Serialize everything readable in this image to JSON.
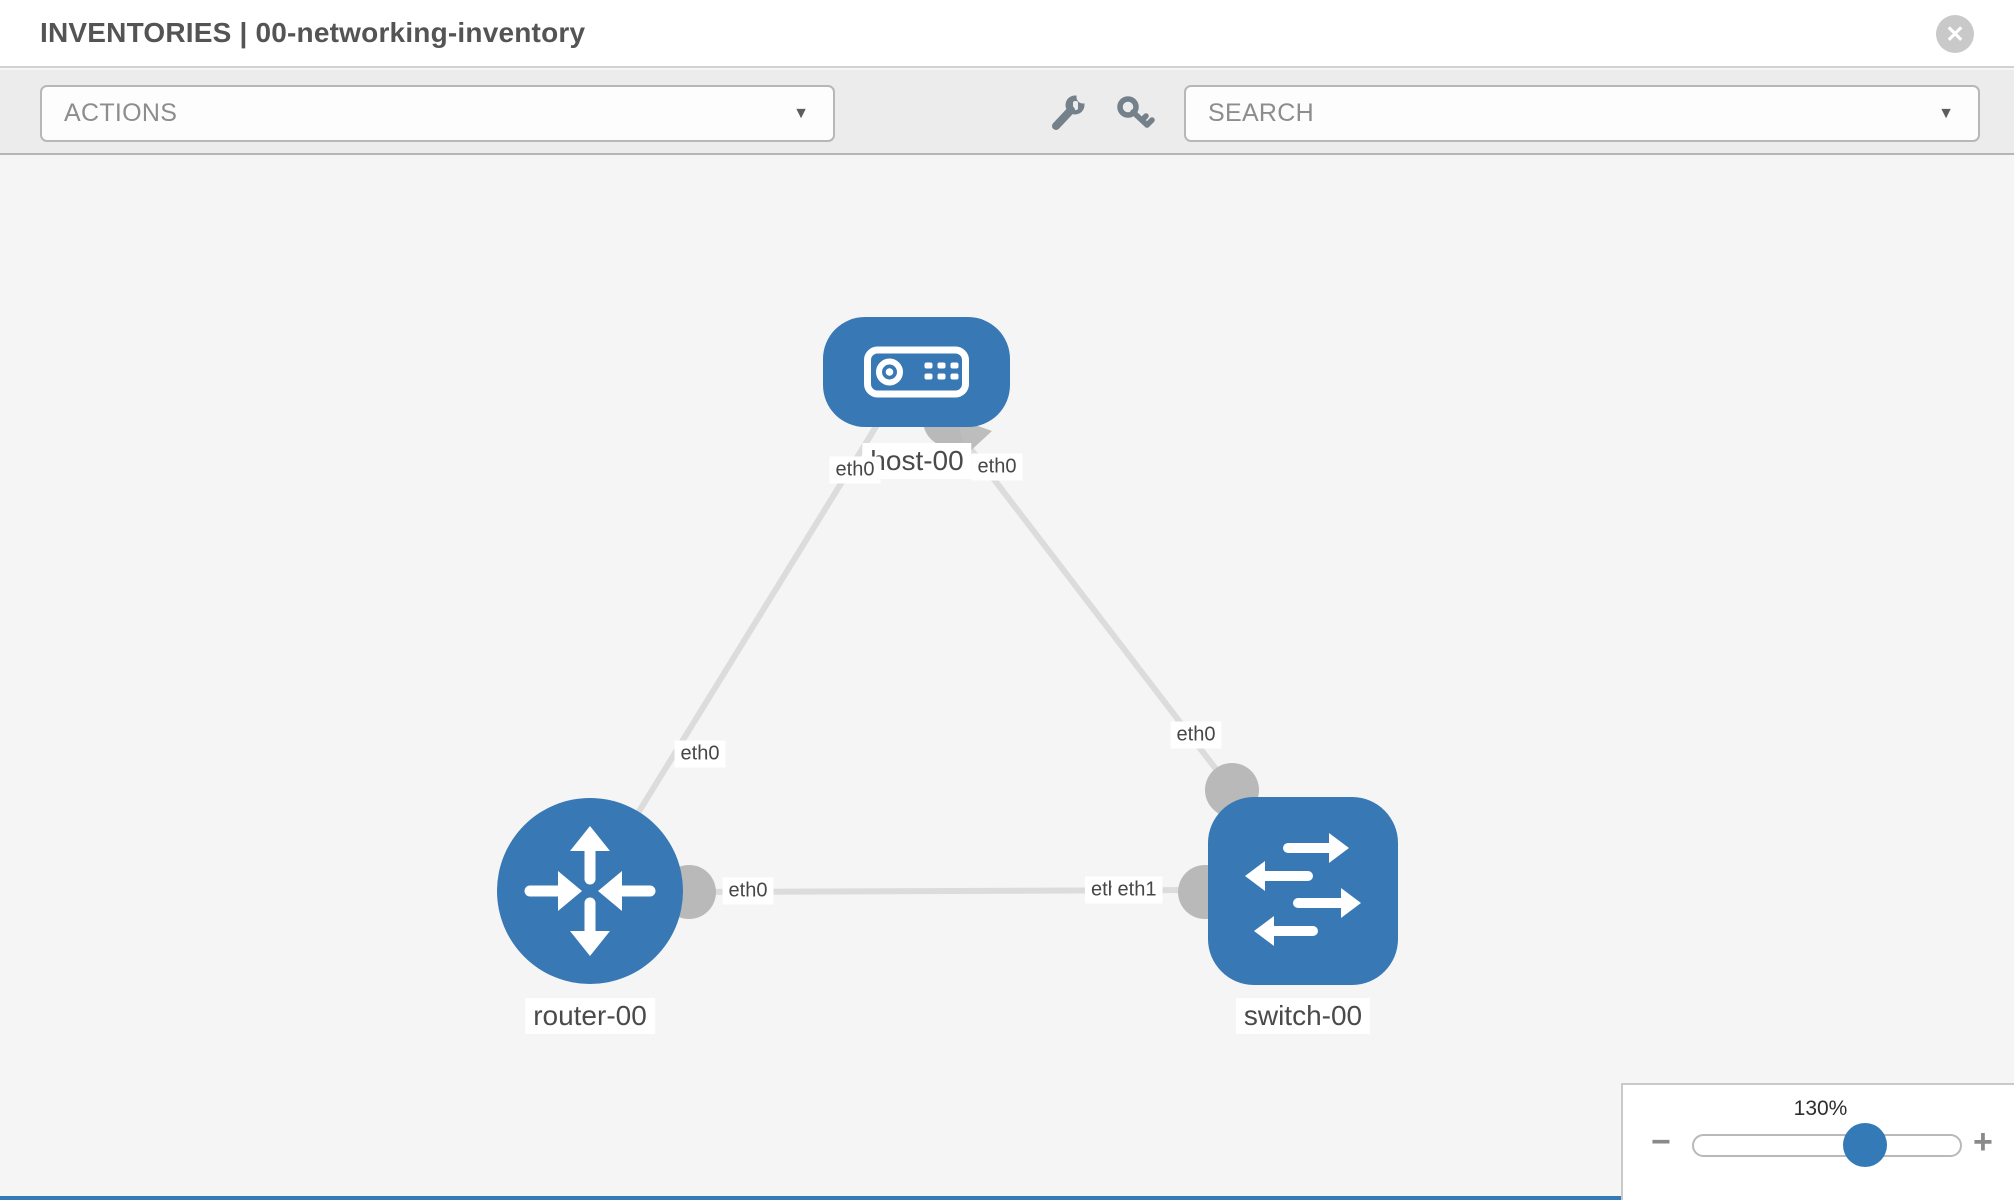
{
  "header": {
    "title": "INVENTORIES | 00-networking-inventory",
    "close_glyph": "✕"
  },
  "toolbar": {
    "actions_dropdown": {
      "label": "ACTIONS",
      "caret": "▼"
    },
    "search_dropdown": {
      "label": "SEARCH",
      "caret": "▼"
    },
    "tools": [
      {
        "icon": "wrench-icon"
      },
      {
        "icon": "key-icon"
      }
    ]
  },
  "topology": {
    "nodes": [
      {
        "id": "host-00",
        "type": "host",
        "label": "host-00",
        "icon": "server-icon"
      },
      {
        "id": "router-00",
        "type": "router",
        "label": "router-00",
        "icon": "router-icon"
      },
      {
        "id": "switch-00",
        "type": "switch",
        "label": "switch-00",
        "icon": "switch-icon"
      }
    ],
    "links": [
      {
        "from": "host-00",
        "to": "router-00",
        "from_interface": "eth0",
        "to_interface": "eth0"
      },
      {
        "from": "host-00",
        "to": "switch-00",
        "from_interface": "eth0",
        "to_interface": "eth0"
      },
      {
        "from": "router-00",
        "to": "switch-00",
        "from_interface": "eth0",
        "to_interface": "eth1",
        "to_interface_hidden": "eth0"
      }
    ]
  },
  "zoom_control": {
    "level": "130%",
    "minus_glyph": "−",
    "plus_glyph": "+"
  },
  "colors": {
    "node_blue": "#3878b4",
    "thumb_blue": "#337ab7",
    "link_gray": "#dcdcdc",
    "connector_gray": "#b9b9b9",
    "accent_bar_blue": "#337ab7"
  }
}
